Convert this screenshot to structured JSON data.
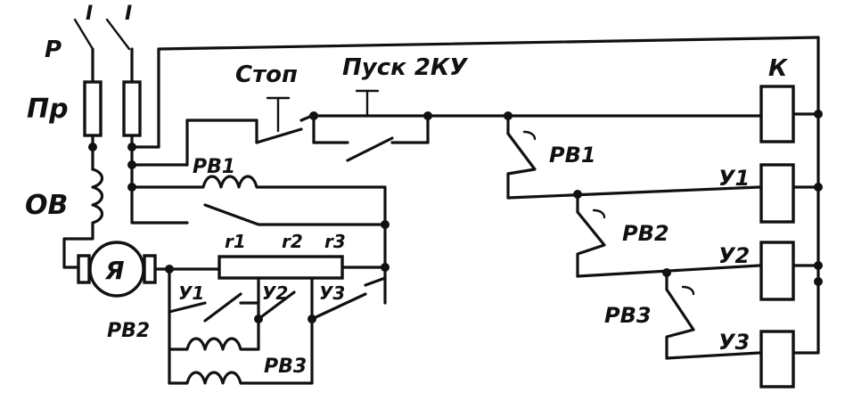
{
  "labels": {
    "stop": "Стоп",
    "start": "Пуск 2КУ",
    "k": "К",
    "p": "Р",
    "fuse": "Пр",
    "field": "ОВ",
    "armature": "Я",
    "rv1_coil": "РВ1",
    "rv1_contact": "РВ1",
    "rv2_contact": "РВ2",
    "rv3_contact": "РВ3",
    "rv2_coil": "РВ2",
    "rv3_coil": "РВ3",
    "y1_coil": "У1",
    "y2_coil": "У2",
    "y3_coil": "У3",
    "y1_contact": "У1",
    "y2_contact": "У2",
    "y3_contact": "У3",
    "r1": "r1",
    "r2": "r2",
    "r3": "r3",
    "supply1": "I",
    "supply2": "I"
  }
}
